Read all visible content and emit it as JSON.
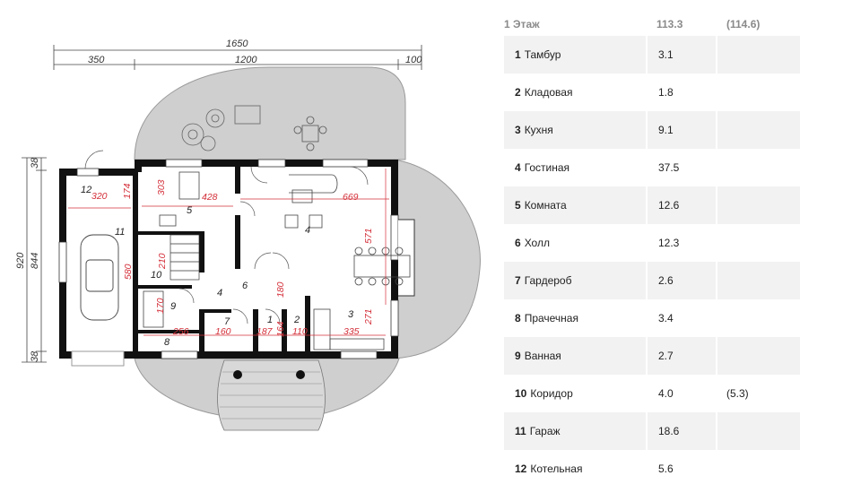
{
  "plan": {
    "dims_top": {
      "total": "1650",
      "left": "350",
      "middle": "1200",
      "right": "100"
    },
    "dims_left": {
      "total": "920",
      "inner": "844",
      "top": "38",
      "bottom": "38"
    },
    "room_numbers": [
      "12",
      "11",
      "5",
      "4",
      "4",
      "6",
      "7",
      "1",
      "2",
      "3",
      "8",
      "9",
      "10"
    ],
    "inner_dims": [
      "320",
      "174",
      "303",
      "428",
      "669",
      "571",
      "580",
      "210",
      "180",
      "170",
      "164",
      "256",
      "160",
      "187",
      "110",
      "335",
      "271"
    ]
  },
  "table": {
    "floor_label": "Этаж",
    "floor_num": "1",
    "total": "113.3",
    "total_alt": "(114.6)",
    "rooms": [
      {
        "num": "1",
        "name": "Тамбур",
        "area": "3.1",
        "alt": ""
      },
      {
        "num": "2",
        "name": "Кладовая",
        "area": "1.8",
        "alt": ""
      },
      {
        "num": "3",
        "name": "Кухня",
        "area": "9.1",
        "alt": ""
      },
      {
        "num": "4",
        "name": "Гостиная",
        "area": "37.5",
        "alt": ""
      },
      {
        "num": "5",
        "name": "Комната",
        "area": "12.6",
        "alt": ""
      },
      {
        "num": "6",
        "name": "Холл",
        "area": "12.3",
        "alt": ""
      },
      {
        "num": "7",
        "name": "Гардероб",
        "area": "2.6",
        "alt": ""
      },
      {
        "num": "8",
        "name": "Прачечная",
        "area": "3.4",
        "alt": ""
      },
      {
        "num": "9",
        "name": "Ванная",
        "area": "2.7",
        "alt": ""
      },
      {
        "num": "10",
        "name": "Коридор",
        "area": "4.0",
        "alt": "(5.3)"
      },
      {
        "num": "11",
        "name": "Гараж",
        "area": "18.6",
        "alt": ""
      },
      {
        "num": "12",
        "name": "Котельная",
        "area": "5.6",
        "alt": ""
      }
    ]
  }
}
